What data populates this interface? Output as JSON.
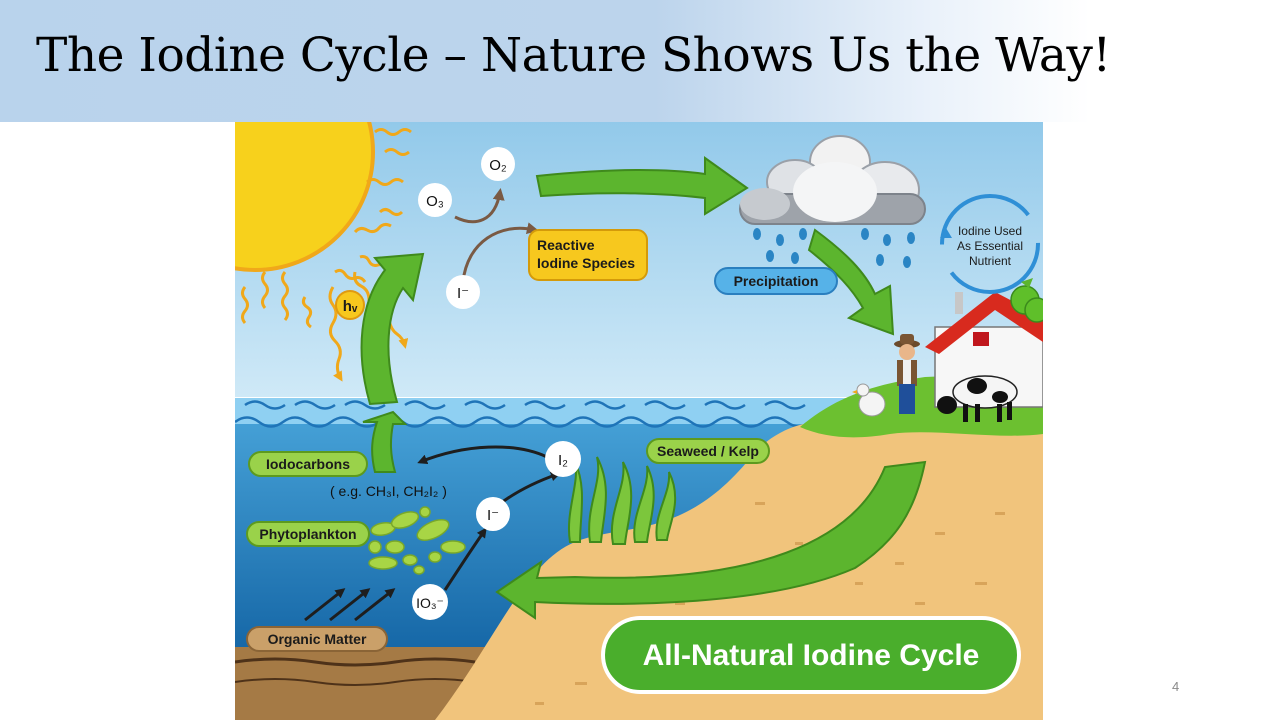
{
  "slide": {
    "title": "The Iodine Cycle – Nature Shows Us the Way!",
    "page_number": "4"
  },
  "diagram": {
    "labels": {
      "o2": "O₂",
      "o3": "O₃",
      "iodide_atm": "I⁻",
      "photon": "hᵥ",
      "reactive_iodine": [
        "Reactive",
        "Iodine Species"
      ],
      "precipitation": "Precipitation",
      "essential_nutrient": [
        "Iodine Used",
        "As Essential",
        "Nutrient"
      ],
      "seaweed_kelp": "Seaweed / Kelp",
      "iodocarbons": "Iodocarbons",
      "iodocarbons_example": "( e.g.  CH₃I, CH₂I₂ )",
      "i2": "I₂",
      "iodide_sea": "I⁻",
      "phytoplankton": "Phytoplankton",
      "iodate": "IO₃⁻",
      "organic_matter": "Organic Matter",
      "cycle_banner": "All-Natural Iodine Cycle"
    },
    "colors": {
      "sky": "#a9d6ef",
      "ocean": "#2a8ccc",
      "sun": "#f7d11c",
      "arrow_green": "#5cb52e",
      "sand": "#f1c47c",
      "grass": "#6cc030",
      "label_yellow": "#f7c81e",
      "label_blue": "#56b2e8",
      "label_green": "#9ad24a",
      "label_brown": "#caa069",
      "banner_green": "#4aae2c"
    }
  }
}
